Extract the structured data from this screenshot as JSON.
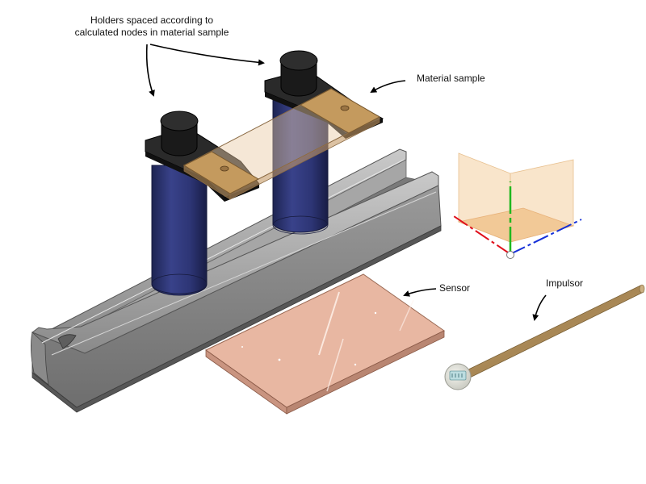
{
  "labels": {
    "holders_line1": "Holders spaced according to",
    "holders_line2": "calculated nodes in material sample",
    "material_sample": "Material sample",
    "sensor": "Sensor",
    "impulsor": "Impulsor"
  },
  "icons": {
    "view_cube": "view-cube-icon",
    "arrows": "arrow-icon"
  },
  "colors": {
    "holder_cylinder": "#2f3672",
    "holder_cap": "#1e1e1e",
    "rail": "#8c8c8c",
    "sample": "#e6bf8c",
    "sensor": "#e9b8a2",
    "impulsor_rod": "#b99a66",
    "axis_x": "#e0101c",
    "axis_y": "#1fb81f",
    "axis_z": "#1530d8"
  }
}
